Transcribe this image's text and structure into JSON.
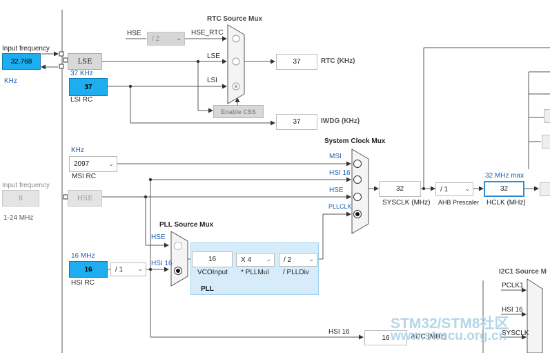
{
  "input_frequency": {
    "label": "Input frequency",
    "value": "32.768",
    "unit": "KHz"
  },
  "lse": {
    "label": "LSE"
  },
  "lsi": {
    "freq_label": "37 KHz",
    "value": "37",
    "name": "LSI RC"
  },
  "rtc_mux": {
    "title": "RTC Source Mux",
    "hse_div": "/ 2",
    "in_hse_rtc": "HSE_RTC",
    "in_lse": "LSE",
    "in_lsi": "LSI",
    "hse_in": "HSE"
  },
  "rtc_out": {
    "value": "37",
    "label": "RTC (KHz)"
  },
  "css": {
    "label": "Enable CSS"
  },
  "iwdg": {
    "value": "37",
    "label": "IWDG (KHz)"
  },
  "msi": {
    "unit": "KHz",
    "value": "2097",
    "name": "MSI RC"
  },
  "hse_input": {
    "label": "Input frequency",
    "value": "8",
    "range": "1-24 MHz",
    "hse": "HSE"
  },
  "hsi": {
    "freq_label": "16 MHz",
    "value": "16",
    "name": "HSI RC",
    "div": "/ 1"
  },
  "sys_mux": {
    "title": "System Clock Mux",
    "in_msi": "MSI",
    "in_hsi16": "HSI 16",
    "in_hse": "HSE",
    "in_pllclk": "PLLCLK"
  },
  "sysclk": {
    "value": "32",
    "label": "SYSCLK (MHz)"
  },
  "ahb": {
    "value": "/ 1",
    "label": "AHB Prescaler"
  },
  "hclk": {
    "max": "32 MHz max",
    "value": "32",
    "label": "HCLK (MHz)"
  },
  "pll_mux": {
    "title": "PLL Source Mux",
    "in_hse": "HSE",
    "in_hsi16": "HSI 16"
  },
  "pll": {
    "vco_value": "16",
    "vco_label": "VCOInput",
    "mul_value": "X 4",
    "mul_label": "* PLLMul",
    "div_value": "/ 2",
    "div_label": "/ PLLDiv",
    "title": "PLL"
  },
  "adc": {
    "line_label": "HSI 16",
    "value": "16",
    "label": "ADC (MHz)"
  },
  "i2c1": {
    "title": "I2C1 Source M",
    "in_pclk1": "PCLK1",
    "in_hsi16": "HSI 16",
    "in_sysclk": "SYSCLK"
  },
  "watermark": {
    "line1": "STM32/STM8社区",
    "line2": "www.stmcu.org.cn"
  },
  "colors": {
    "accent": "#1eaef0",
    "link_blue": "#1a5fb4",
    "pll_panel": "#d6ecfa"
  }
}
